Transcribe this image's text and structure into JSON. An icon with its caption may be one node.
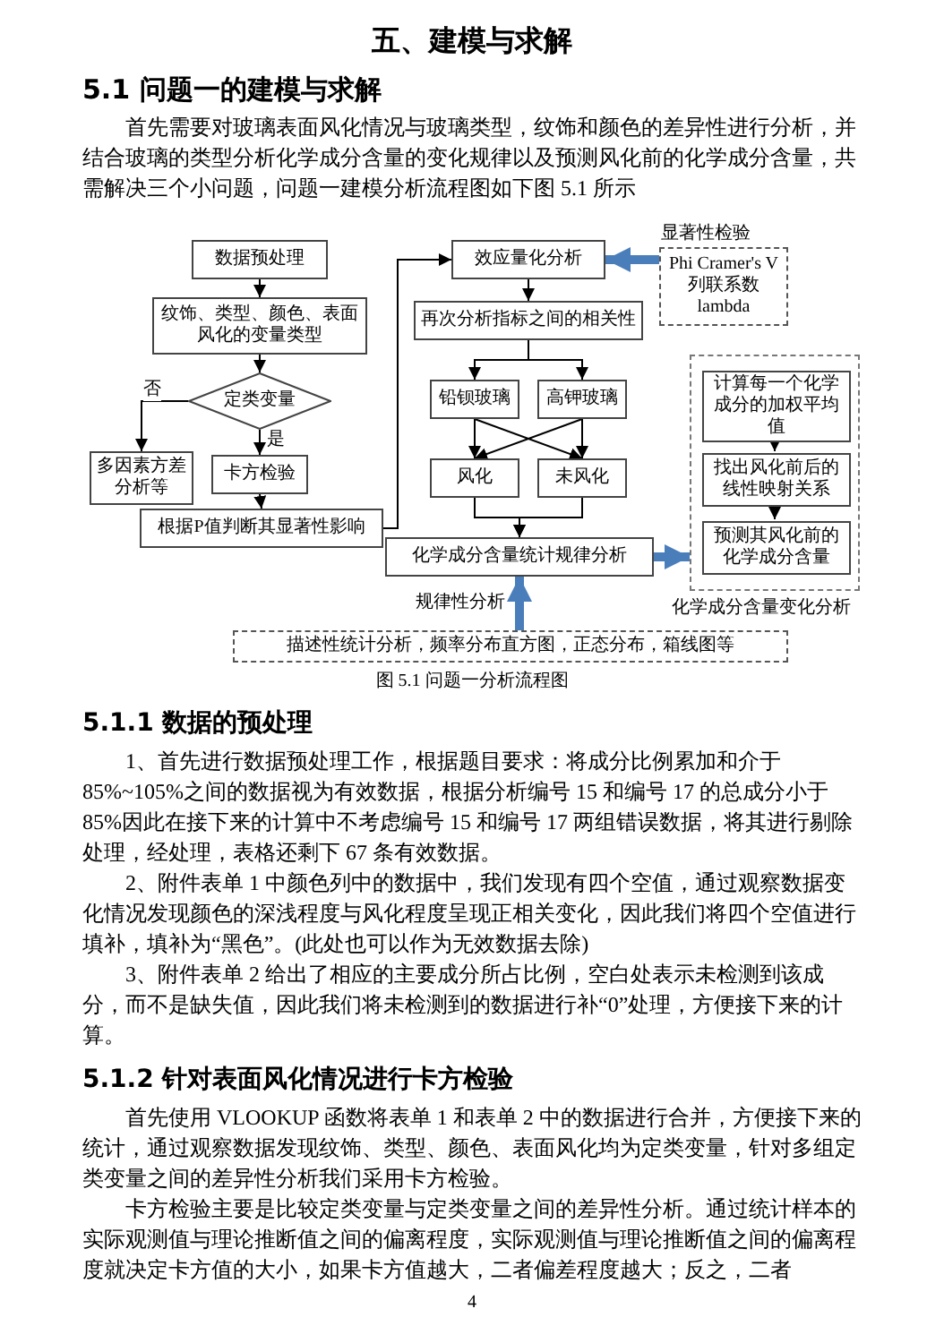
{
  "diagram": {
    "title": "五、建模与求解",
    "caption": "图 5.1  问题一分析流程图",
    "nodes": [
      {
        "text": [
          "数据预处理"
        ]
      },
      {
        "text": [
          "纹饰、类型、颜色、表面风化的变量类型"
        ]
      },
      {
        "text": [
          "定类变量"
        ]
      },
      {
        "text": [
          "多因素方差分析等"
        ]
      },
      {
        "text": [
          "卡方检验"
        ]
      },
      {
        "text": [
          "根据P值判断其显著性影响"
        ]
      },
      {
        "text": [
          "效应量化分析"
        ]
      },
      {
        "text": [
          "Phi Cramer's V 列联系数 lambda"
        ],
        "beside": [
          "显著性检验"
        ]
      },
      {
        "text": [
          "再次分析指标之间的相关性"
        ]
      },
      {
        "text": [
          "铅钡玻璃"
        ]
      },
      {
        "text": [
          "高钾玻璃"
        ]
      },
      {
        "text": [
          "风化"
        ]
      },
      {
        "text": [
          "未风化"
        ]
      },
      {
        "text": [
          "化学成分含量统计规律分析"
        ]
      },
      {
        "text": [
          "描述性统计分析，频率分布直方图，正态分布，箱线图等"
        ]
      },
      {
        "text": [],
        "shape": "box"
      },
      {
        "text": [
          "计算每一个化学成分的加权平均值"
        ],
        "in": 15
      },
      {
        "text": [
          "找出风化前后的线性映射关系"
        ],
        "in": 15
      },
      {
        "text": [
          "预测其风化前的化学成分含量"
        ],
        "in": 15
      }
    ],
    "edges": [
      {
        "from": 0,
        "to": 1,
        "arrow": "to"
      },
      {
        "from": 1,
        "to": 2,
        "arrow": "to"
      },
      {
        "from": 2,
        "to": 3,
        "arrow": "to",
        "label": "否"
      },
      {
        "from": 2,
        "to": 4,
        "arrow": "to",
        "label": "是"
      },
      {
        "from": 4,
        "to": 5,
        "arrow": "to"
      },
      {
        "from": 5,
        "to": 6,
        "arrow": "to"
      },
      {
        "from": 7,
        "to": 6,
        "arrow": "to",
        "style": "thick",
        "color": "#4a7ebb"
      },
      {
        "from": 6,
        "to": 8,
        "arrow": "to"
      },
      {
        "from": 8,
        "to": 9,
        "arrow": "to"
      },
      {
        "from": 8,
        "to": 10,
        "arrow": "to"
      },
      {
        "from": 9,
        "to": 11,
        "arrow": "to"
      },
      {
        "from": 9,
        "to": 12,
        "arrow": "to"
      },
      {
        "from": 10,
        "to": 11,
        "arrow": "to"
      },
      {
        "from": 10,
        "to": 12,
        "arrow": "to"
      },
      {
        "from": 11,
        "to": 13,
        "arrow": "to"
      },
      {
        "from": 12,
        "to": 13,
        "arrow": "to"
      },
      {
        "from": 14,
        "to": 13,
        "arrow": "to",
        "style": "thick",
        "color": "#4a7ebb",
        "label": "规律性分析"
      },
      {
        "from": 13,
        "to": 15,
        "arrow": "to",
        "style": "thick",
        "color": "#4a7ebb",
        "label": "化学成分含量变化分析"
      },
      {
        "from": 16,
        "to": 17,
        "arrow": "to"
      },
      {
        "from": 17,
        "to": 18,
        "arrow": "to"
      }
    ],
    "labels": [
      "5.1 问题一的建模与求解",
      "首先需要对玻璃表面风化情况与玻璃类型，纹饰和颜色的差异性进行分析，并结合玻璃的类型分析化学成分含量的变化规律以及预测风化前的化学成分含量，共需解决三个小问题，问题一建模分析流程图如下图 5.1 所示",
      "5.1.1 数据的预处理",
      "1、首先进行数据预处理工作，根据题目要求：将成分比例累加和介于85%~105%之间的数据视为有效数据，根据分析编号 15 和编号 17 的总成分小于85%因此在接下来的计算中不考虑编号 15 和编号 17 两组错误数据，将其进行剔除处理，经处理，表格还剩下 67 条有效数据。",
      "2、附件表单 1 中颜色列中的数据中，我们发现有四个空值，通过观察数据变化情况发现颜色的深浅程度与风化程度呈现正相关变化，因此我们将四个空值进行填补，填补为“黑色”。(此处也可以作为无效数据去除)",
      "3、附件表单 2 给出了相应的主要成分所占比例，空白处表示未检测到该成分，而不是缺失值，因此我们将未检测到的数据进行补“0”处理，方便接下来的计算。",
      "5.1.2 针对表面风化情况进行卡方检验",
      "首先使用 VLOOKUP 函数将表单 1 和表单 2 中的数据进行合并，方便接下来的统计，通过观察数据发现纹饰、类型、颜色、表面风化均为定类变量，针对多组定类变量之间的差异性分析我们采用卡方检验。",
      "卡方检验主要是比较定类变量与定类变量之间的差异性分析。通过统计样本的实际观测值与理论推断值之间的偏离程度，实际观测值与理论推断值之间的偏离程度就决定卡方值的大小，如果卡方值越大，二者偏差程度越大；反之，二者",
      "4"
    ]
  }
}
